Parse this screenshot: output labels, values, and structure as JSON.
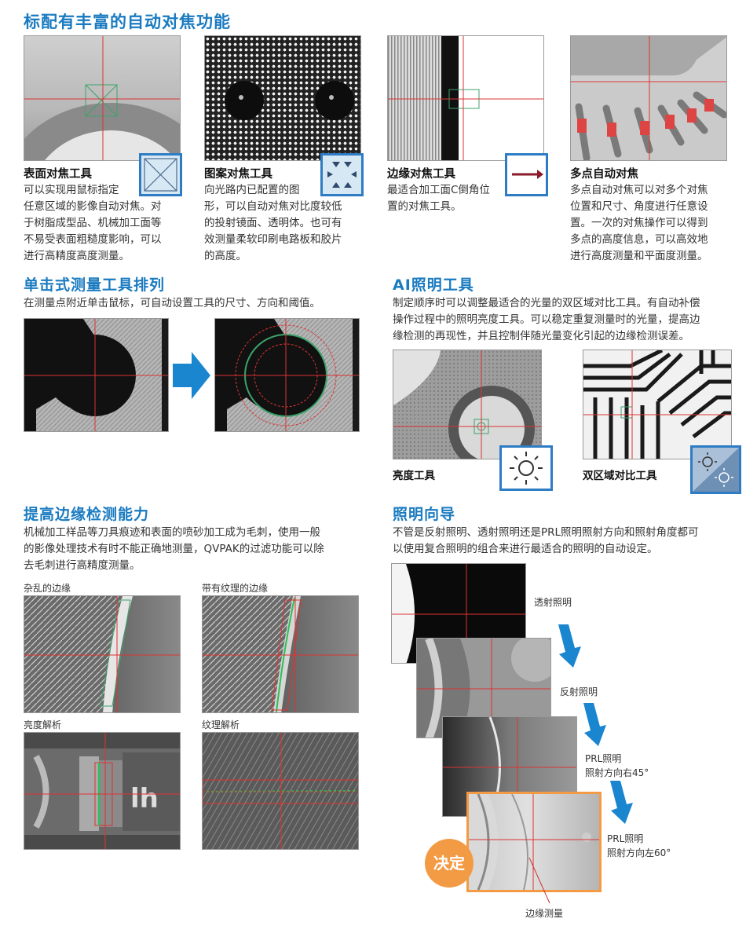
{
  "section1": {
    "title": "标配有丰富的自动对焦功能",
    "tools": [
      {
        "title": "表面对焦工具",
        "desc": [
          "可以实现用鼠标指定",
          "任意区域的影像自动对焦。对",
          "于树脂成型品、机械加工面等",
          "不易受表面粗糙度影响，可以",
          "进行高精度高度测量。"
        ],
        "icon": "surface-focus-icon"
      },
      {
        "title": "图案对焦工具",
        "desc": [
          "向光路内已配置的图",
          "形，可以自动对焦对比度较低",
          "的投射镜面、透明体。也可有",
          "效测量柔软印刷电路板和胶片",
          "的高度。"
        ],
        "icon": "pattern-focus-icon"
      },
      {
        "title": "边缘对焦工具",
        "desc": [
          "最适合加工面C倒角位",
          "置的对焦工具。"
        ],
        "icon": "edge-focus-icon"
      },
      {
        "title": "多点自动对焦",
        "desc": [
          "多点自动对焦可以对多个对焦",
          "位置和尺寸、角度进行任意设",
          "置。一次的对焦操作可以得到",
          "多点的高度信息，可以高效地",
          "进行高度测量和平面度测量。"
        ]
      }
    ]
  },
  "section2": {
    "title": "单击式测量工具排列",
    "desc": "在测量点附近单击鼠标，可自动设置工具的尺寸、方向和阈值。"
  },
  "section3": {
    "title": "AI照明工具",
    "desc": [
      "制定顺序时可以调整最适合的光量的双区域对比工具。有自动补偿",
      "操作过程中的照明亮度工具。可以稳定重复测量时的光量，提高边",
      "缘检测的再现性，并且控制伴随光量变化引起的边缘检测误差。"
    ],
    "tool1": "亮度工具",
    "tool2": "双区域对比工具"
  },
  "section4": {
    "title": "提高边缘检测能力",
    "desc": [
      "机械加工样品等刀具痕迹和表面的喷砂加工成为毛刺，使用一般",
      "的影像处理技术有时不能正确地测量，QVPAK的过滤功能可以除",
      "去毛刺进行高精度测量。"
    ],
    "captions": [
      "杂乱的边缘",
      "带有纹理的边缘",
      "亮度解析",
      "纹理解析"
    ]
  },
  "section5": {
    "title": "照明向导",
    "desc": [
      "不管是反射照明、透射照明还是PRL照明照射方向和照射角度都可",
      "以使用复合照明的组合来进行最适合的照明的自动设定。"
    ],
    "steps": [
      "透射照明",
      "反射照明",
      "PRL照明",
      "照射方向右45°",
      "PRL照明",
      "照射方向左60°"
    ],
    "badge": "决定",
    "edge_label": "边缘测量"
  },
  "colors": {
    "accent": "#1a7bc0",
    "arrow": "#1a86d0",
    "badge": "#f39a44"
  }
}
